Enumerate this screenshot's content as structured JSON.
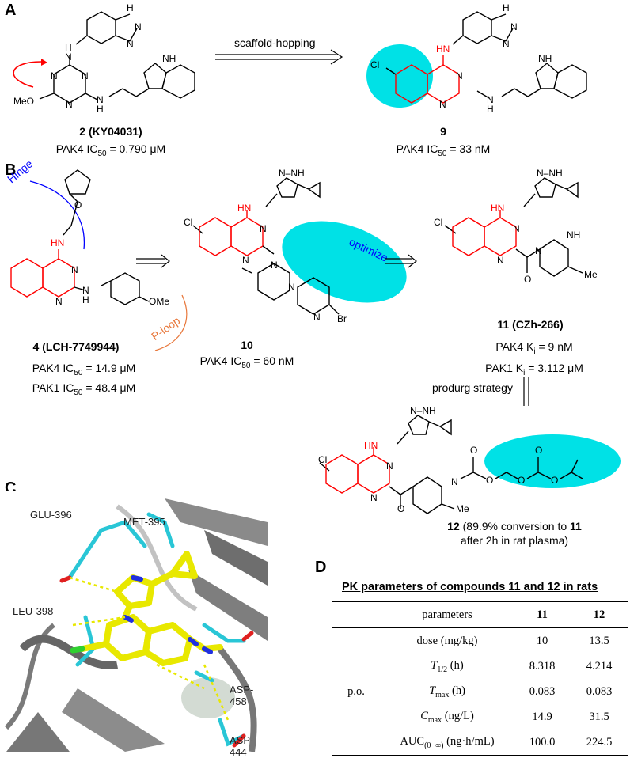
{
  "panels": {
    "a": "A",
    "b": "B",
    "c": "C",
    "d": "D"
  },
  "panel_a": {
    "arrow_label": "scaffold-hopping",
    "cmpd2_name": "2 (KY04031)",
    "cmpd2_activity_prefix": "PAK4 IC",
    "cmpd2_activity_sub": "50",
    "cmpd2_activity_value": " = 0.790 μM",
    "cmpd9_name": "9",
    "cmpd9_activity_prefix": "PAK4 IC",
    "cmpd9_activity_sub": "50",
    "cmpd9_activity_value": " = 33 nM"
  },
  "panel_b": {
    "hinge_label": "Hinge",
    "ploop_label": "P-loop",
    "optimize_label": "optimize",
    "cmpd4_name": "4 (LCH-7749944)",
    "cmpd4_pak4": "PAK4 IC",
    "cmpd4_pak4_sub": "50",
    "cmpd4_pak4_val": " = 14.9 μM",
    "cmpd4_pak1": "PAK1 IC",
    "cmpd4_pak1_sub": "50",
    "cmpd4_pak1_val": " = 48.4 μM",
    "cmpd10_name": "10",
    "cmpd10_pak4": "PAK4 IC",
    "cmpd10_pak4_sub": "50",
    "cmpd10_pak4_val": " = 60 nM",
    "cmpd11_name": "11 (CZh-266)",
    "cmpd11_pak4": "PAK4 K",
    "cmpd11_pak4_sub": "i",
    "cmpd11_pak4_val": " = 9 nM",
    "cmpd11_pak1": "PAK1 K",
    "cmpd11_pak1_sub": "i",
    "cmpd11_pak1_val": " = 3.112 μM",
    "prodrug_label": "produrg strategy",
    "cmpd12_name": "12",
    "cmpd12_note1": " (89.9% conversion to ",
    "cmpd12_note_ref": "11",
    "cmpd12_note2": "after 2h in rat plasma)"
  },
  "panel_c": {
    "residues": [
      "GLU-396",
      "MET-395",
      "LEU-398",
      "ASP-458",
      "ASP-444"
    ]
  },
  "atoms": {
    "Cl": "Cl",
    "N": "N",
    "H": "H",
    "HN": "HN",
    "NH": "NH",
    "N_H": "N-H",
    "MeO": "MeO",
    "OMe": "OMe",
    "Me": "Me",
    "Br": "Br",
    "O": "O",
    "NNH": "N–NH",
    "HNH": "H"
  },
  "pk_table": {
    "title": "PK parameters of compounds 11 and 12 in rats",
    "header": {
      "param": "parameters",
      "c11": "11",
      "c12": "12"
    },
    "route": "p.o.",
    "rows": [
      {
        "param": "dose (mg/kg)",
        "v11": "10",
        "v12": "13.5"
      },
      {
        "param_main": "T",
        "param_sub": "1/2",
        "param_unit": " (h)",
        "v11": "8.318",
        "v12": "4.214"
      },
      {
        "param_main": "T",
        "param_sub": "max",
        "param_unit": " (h)",
        "v11": "0.083",
        "v12": "0.083"
      },
      {
        "param_main": "C",
        "param_sub": "max",
        "param_unit": " (ng/L)",
        "v11": "14.9",
        "v12": "31.5"
      },
      {
        "param_main": "AUC",
        "param_sub": "(0−∞)",
        "param_unit": " (ng·h/mL)",
        "v11": "100.0",
        "v12": "224.5"
      }
    ]
  },
  "colors": {
    "cyan": "#00e1e6",
    "red": "#ff0000",
    "blue": "#0000ff",
    "orange": "#e8783c",
    "yellow": "#f5f500"
  }
}
